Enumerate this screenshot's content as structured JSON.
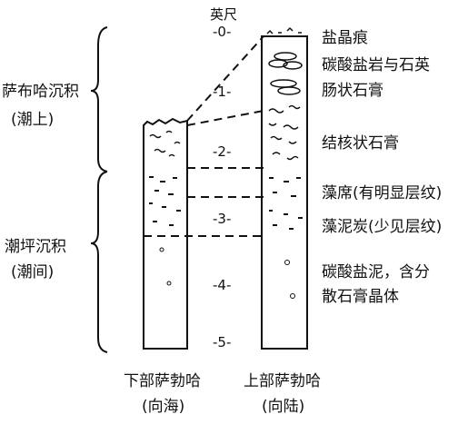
{
  "scale": {
    "unit_label": "英尺",
    "ticks": [
      "-0-",
      "-1-",
      "-2-",
      "-3-",
      "-4-",
      "-5-"
    ]
  },
  "zones": {
    "supratidal_name": "萨布哈沉积",
    "supratidal_sub": "(潮上)",
    "intertidal_name": "潮坪沉积",
    "intertidal_sub": "(潮间)"
  },
  "columns": {
    "lower_name": "下部萨勃哈",
    "lower_sub": "(向海)",
    "upper_name": "上部萨勃哈",
    "upper_sub": "(向陆)"
  },
  "layers": [
    "盐晶痕",
    "碳酸盐岩与石英",
    "肠状石膏",
    "结核状石膏",
    "藻席(有明显层纹)",
    "藻泥炭(少见层纹)",
    "碳酸盐泥，含分",
    "散石膏晶体"
  ]
}
